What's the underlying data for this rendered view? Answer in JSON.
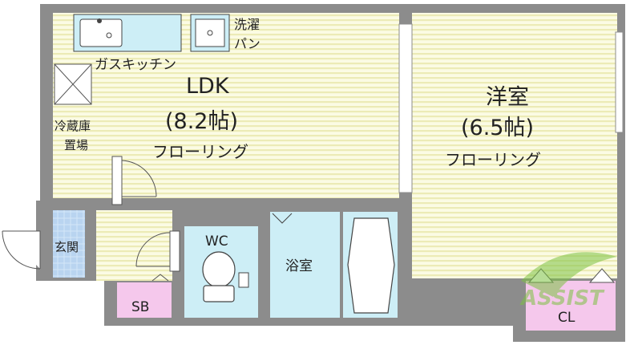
{
  "rooms": {
    "ldk": {
      "name": "LDK",
      "size": "(8.2帖)",
      "floor": "フローリング"
    },
    "western": {
      "name": "洋室",
      "size": "(6.5帖)",
      "floor": "フローリング"
    },
    "kitchen": "ガスキッチン",
    "laundry_line1": "洗濯",
    "laundry_line2": "パン",
    "fridge_line1": "冷蔵庫",
    "fridge_line2": "置場",
    "entrance": "玄関",
    "wc": "WC",
    "bath": "浴室",
    "shoebox": "SB",
    "closet": "CL"
  },
  "watermark": "ASSIST",
  "colors": {
    "wall": "#8c8c8c",
    "floor_stripe": "#f2f2c8",
    "floor_base": "#fbfbe4",
    "water_area": "#cdeef6",
    "storage": "#f5c8ec",
    "entrance_tile": "#b9d4f0",
    "logo": "#7dc242"
  }
}
